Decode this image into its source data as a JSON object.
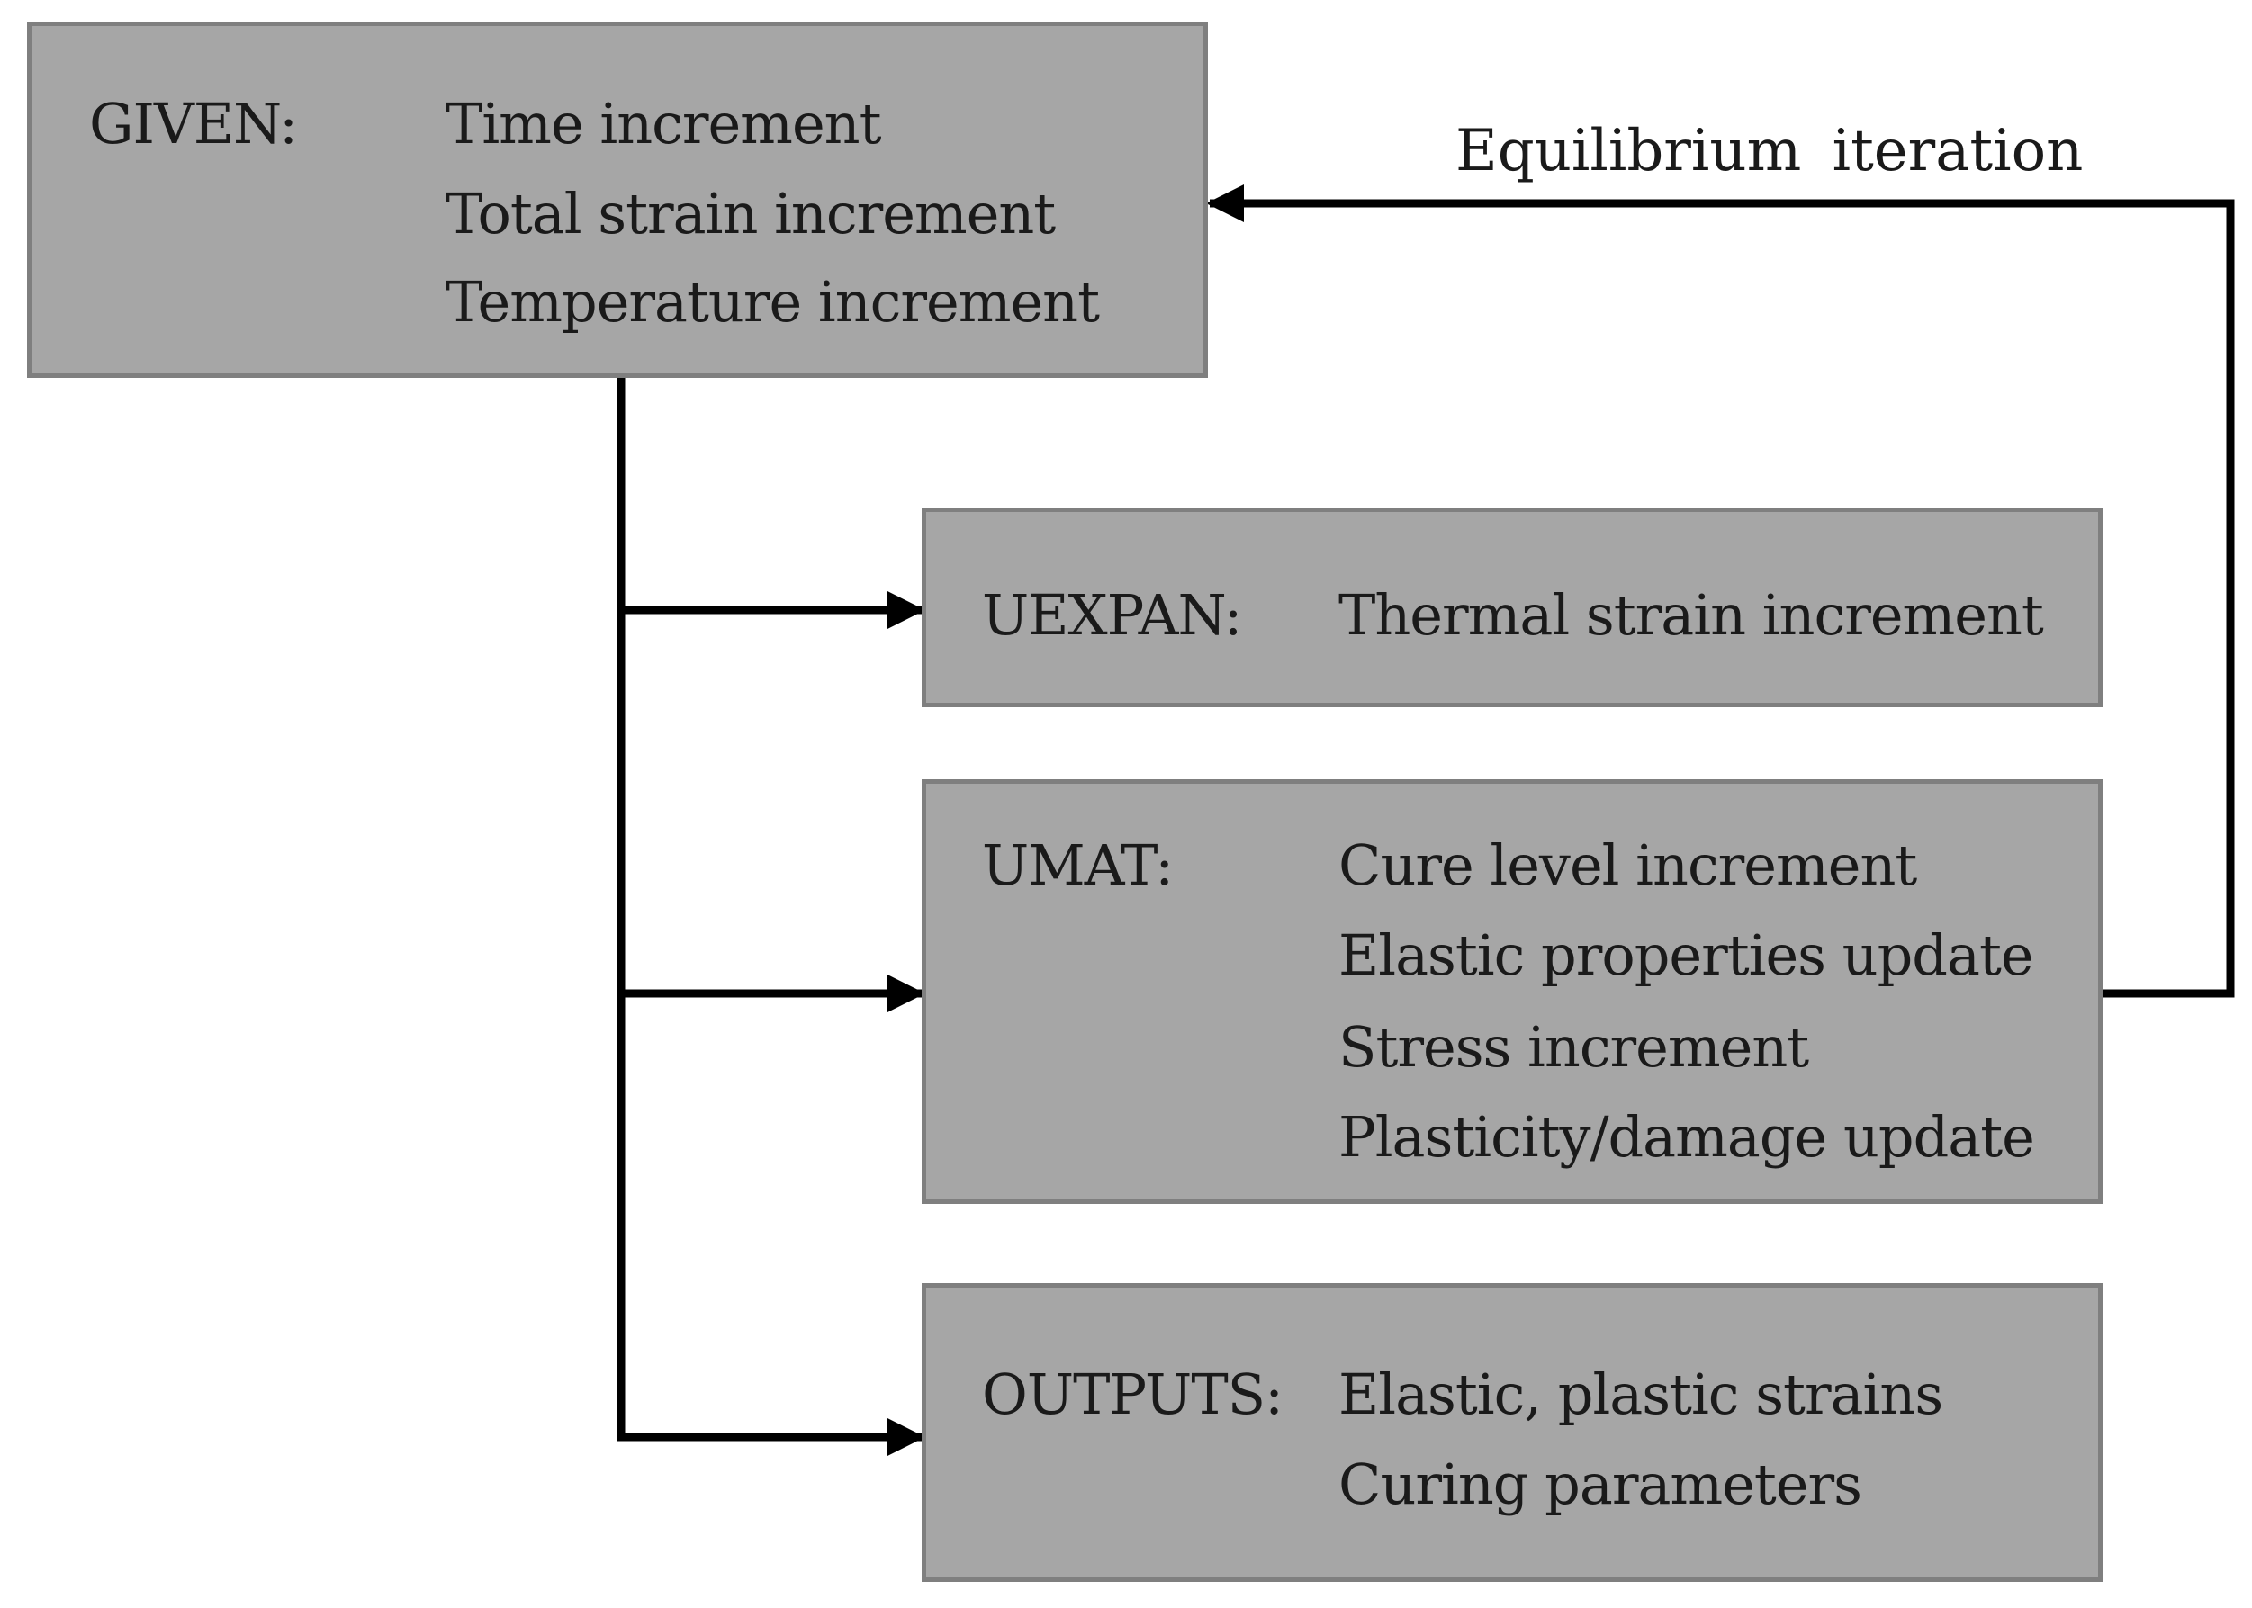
{
  "diagram": {
    "given": {
      "label": "GIVEN:",
      "lines": [
        "Time increment",
        "Total strain increment",
        "Temperature increment"
      ]
    },
    "uexpan": {
      "label": "UEXPAN:",
      "lines": [
        "Thermal strain increment"
      ]
    },
    "umat": {
      "label": "UMAT:",
      "lines": [
        "Cure level increment",
        "Elastic properties update",
        "Stress increment",
        "Plasticity/damage update"
      ]
    },
    "outputs": {
      "label": "OUTPUTS:",
      "lines": [
        "Elastic, plastic strains",
        "Curing parameters"
      ]
    },
    "feedback_label": "Equilibrium iteration"
  },
  "colors": {
    "box_fill": "#a6a6a6",
    "box_border": "#7f7f7f",
    "connector": "#000000",
    "text": "#1a1a1a"
  }
}
